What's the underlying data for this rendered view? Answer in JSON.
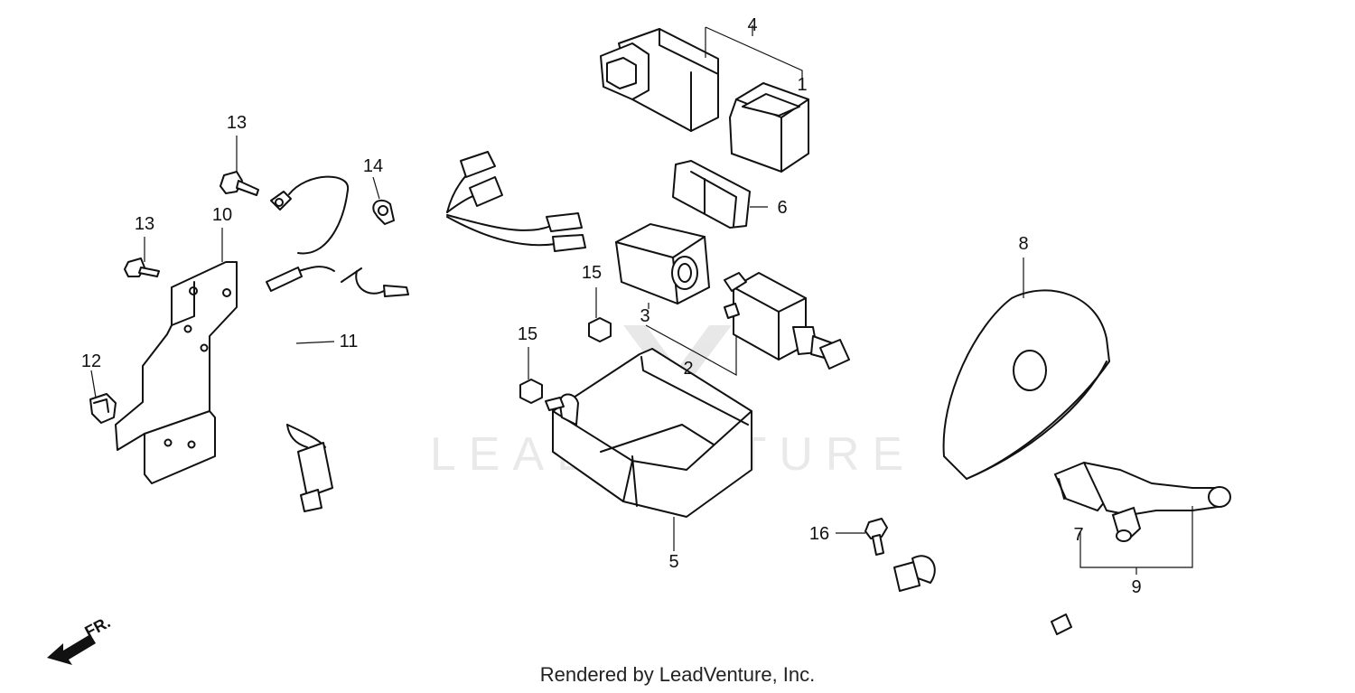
{
  "diagram": {
    "callouts": [
      {
        "id": "1",
        "label": "1"
      },
      {
        "id": "2",
        "label": "2"
      },
      {
        "id": "3",
        "label": "3"
      },
      {
        "id": "4",
        "label": "4"
      },
      {
        "id": "5",
        "label": "5"
      },
      {
        "id": "6",
        "label": "6"
      },
      {
        "id": "7",
        "label": "7"
      },
      {
        "id": "8",
        "label": "8"
      },
      {
        "id": "9",
        "label": "9"
      },
      {
        "id": "10",
        "label": "10"
      },
      {
        "id": "11",
        "label": "11"
      },
      {
        "id": "12",
        "label": "12"
      },
      {
        "id": "13a",
        "label": "13"
      },
      {
        "id": "13b",
        "label": "13"
      },
      {
        "id": "14",
        "label": "14"
      },
      {
        "id": "15a",
        "label": "15"
      },
      {
        "id": "15b",
        "label": "15"
      },
      {
        "id": "16",
        "label": "16"
      }
    ],
    "direction_label": "FR.",
    "watermark": "LEADVENTURE",
    "footer": "Rendered by LeadVenture, Inc."
  }
}
